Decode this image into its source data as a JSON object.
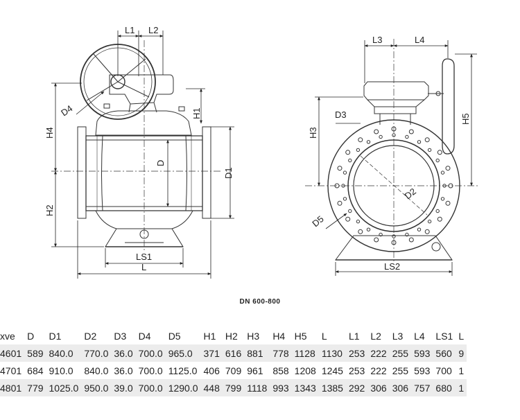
{
  "views": {
    "front": {
      "labels": {
        "l1": "L1",
        "l2": "L2",
        "d4": "D4",
        "h1": "H1",
        "h4": "H4",
        "h2": "H2",
        "d": "D",
        "d1": "D1",
        "ls1": "LS1",
        "l": "L"
      }
    },
    "side": {
      "labels": {
        "l3": "L3",
        "l4": "L4",
        "d3": "D3",
        "h3": "H3",
        "h5": "H5",
        "d2": "D2",
        "d5": "D5",
        "ls2": "LS2"
      }
    }
  },
  "caption": "DN 600-800",
  "spec_table": {
    "headers": [
      "xve",
      "D",
      "D1",
      "D2",
      "D3",
      "D4",
      "D5",
      "H1",
      "H2",
      "H3",
      "H4",
      "H5",
      "L",
      "L1",
      "L2",
      "L3",
      "L4",
      "LS1",
      "L"
    ],
    "rows": [
      [
        "4601",
        "589",
        "840.0",
        "770.0",
        "36.0",
        "700.0",
        "965.0",
        "371",
        "616",
        "881",
        "778",
        "1128",
        "1130",
        "253",
        "222",
        "255",
        "593",
        "560",
        "9"
      ],
      [
        "4701",
        "684",
        "910.0",
        "840.0",
        "36.0",
        "700.0",
        "1125.0",
        "406",
        "709",
        "961",
        "858",
        "1208",
        "1245",
        "253",
        "222",
        "255",
        "593",
        "700",
        "1"
      ],
      [
        "4801",
        "779",
        "1025.0",
        "950.0",
        "39.0",
        "700.0",
        "1290.0",
        "448",
        "799",
        "1118",
        "993",
        "1343",
        "1385",
        "292",
        "306",
        "306",
        "757",
        "680",
        "1"
      ]
    ]
  }
}
